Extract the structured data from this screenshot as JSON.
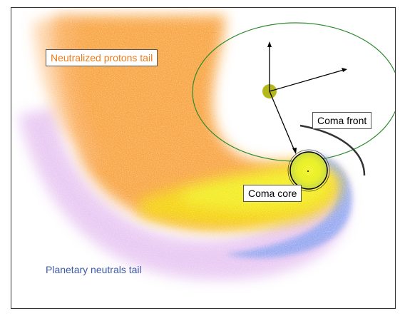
{
  "labels": {
    "protons_tail": "Neutralized protons tail",
    "neutrals_tail": "Planetary neutrals tail",
    "coma_front": "Coma front",
    "coma_core": "Coma core"
  },
  "colors": {
    "protons": "#f7941d",
    "core": "#f5e20a",
    "neutrals": "#c77be0",
    "blue_edge": "#6b8ee8",
    "orbit": "#2e8b2e",
    "planet": "#b5b81a"
  },
  "icons": {
    "planet": "planet-icon",
    "axes": "arrow-icons"
  }
}
